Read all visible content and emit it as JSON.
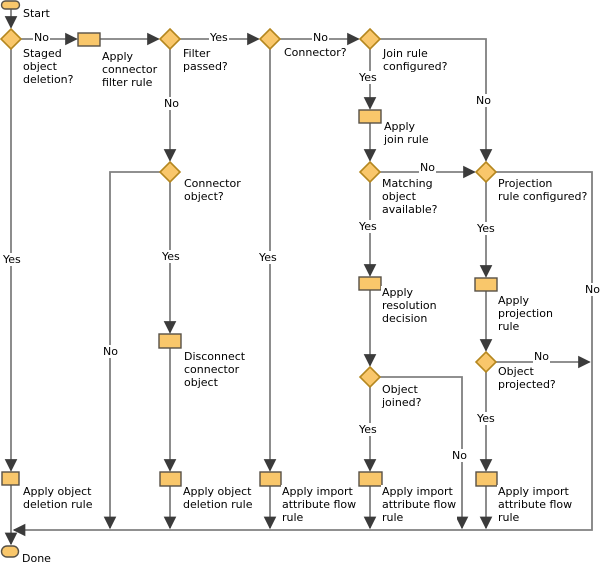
{
  "diagram": {
    "type": "flowchart",
    "colors": {
      "shape_fill": "#f9c76b",
      "decision_stroke": "#b5871f",
      "process_stroke": "#575146",
      "line": "#808080",
      "arrow": "#3b3b3b",
      "text": "#000000",
      "background": "#ffffff"
    },
    "nodes": {
      "start": {
        "type": "terminator",
        "label": "Start"
      },
      "staged_object_deletion": {
        "type": "decision",
        "label": "Staged\nobject\ndeletion?"
      },
      "apply_connector_filter_rule": {
        "type": "process",
        "label": "Apply\nconnector\nfilter rule"
      },
      "filter_passed": {
        "type": "decision",
        "label": "Filter\npassed?"
      },
      "connector": {
        "type": "decision",
        "label": "Connector?"
      },
      "join_rule_configured": {
        "type": "decision",
        "label": "Join rule\nconfigured?"
      },
      "apply_join_rule": {
        "type": "process",
        "label": "Apply\njoin rule"
      },
      "connector_object": {
        "type": "decision",
        "label": "Connector\nobject?"
      },
      "matching_object_available": {
        "type": "decision",
        "label": "Matching\nobject\navailable?"
      },
      "projection_rule_configured": {
        "type": "decision",
        "label": "Projection\nrule configured?"
      },
      "apply_resolution_decision": {
        "type": "process",
        "label": "Apply\nresolution\ndecision"
      },
      "apply_projection_rule": {
        "type": "process",
        "label": "Apply\nprojection\nrule"
      },
      "disconnect_connector_object": {
        "type": "process",
        "label": "Disconnect\nconnector\nobject"
      },
      "object_joined": {
        "type": "decision",
        "label": "Object\njoined?"
      },
      "object_projected": {
        "type": "decision",
        "label": "Object\nprojected?"
      },
      "apply_object_deletion_rule_1": {
        "type": "process",
        "label": "Apply object\ndeletion rule"
      },
      "apply_object_deletion_rule_2": {
        "type": "process",
        "label": "Apply object\ndeletion rule"
      },
      "apply_import_attribute_flow_rule_1": {
        "type": "process",
        "label": "Apply import\nattribute flow\nrule"
      },
      "apply_import_attribute_flow_rule_2": {
        "type": "process",
        "label": "Apply import\nattribute flow\nrule"
      },
      "apply_import_attribute_flow_rule_3": {
        "type": "process",
        "label": "Apply import\nattribute flow\nrule"
      },
      "done": {
        "type": "terminator",
        "label": "Done"
      }
    },
    "branch_labels": {
      "staged_no": "No",
      "staged_yes": "Yes",
      "filter_yes": "Yes",
      "filter_no": "No",
      "connector_no": "No",
      "connector_yes": "Yes",
      "join_configured_yes": "Yes",
      "join_configured_no": "No",
      "connector_object_yes": "Yes",
      "connector_object_no": "No",
      "matching_no": "No",
      "matching_yes": "Yes",
      "projection_configured_yes": "Yes",
      "projection_configured_no": "No",
      "object_joined_yes": "Yes",
      "object_joined_no": "No",
      "object_projected_yes": "Yes",
      "object_projected_no": "No"
    }
  }
}
